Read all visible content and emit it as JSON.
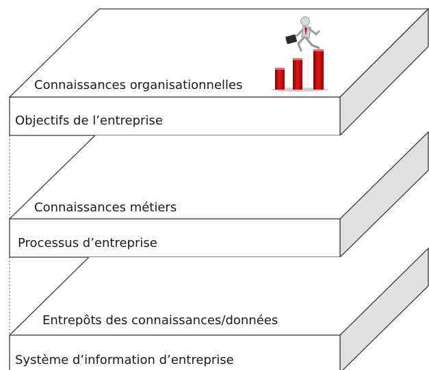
{
  "layers": [
    {
      "top_label": "Connaissances organisationnelles",
      "front_label": "Objectifs de l’entreprise"
    },
    {
      "top_label": "Connaissances métiers",
      "front_label": "Processus d’entreprise"
    },
    {
      "top_label": "Entrepôts des connaissances/données",
      "front_label": "Système d’information d’entreprise"
    }
  ],
  "colors": {
    "side_fill": "#e0e0e0",
    "top_fill": "#ffffff",
    "outline": "#3a3a3a",
    "bar_red": "#cc1111"
  },
  "icons": [
    "businessman-running-on-bar-chart-icon"
  ]
}
